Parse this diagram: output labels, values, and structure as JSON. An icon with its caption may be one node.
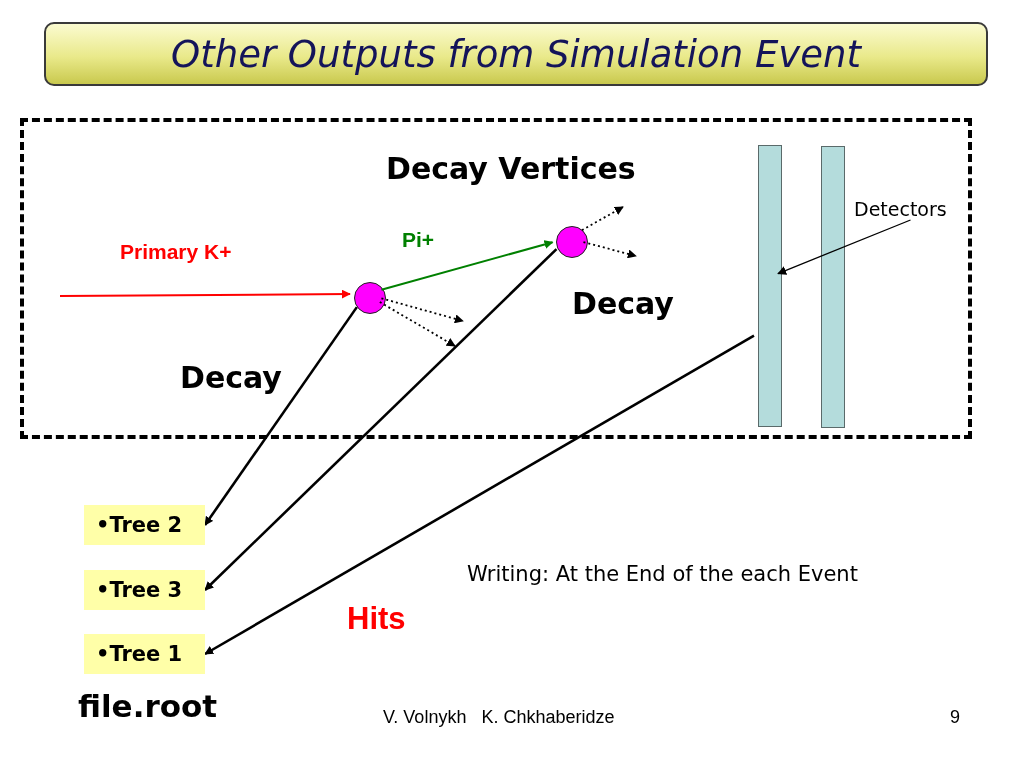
{
  "diagram": {
    "title": "Other Outputs from Simulation Event",
    "nodes": [
      {
        "text": [],
        "shape": "box"
      },
      {
        "text": [],
        "shape": "circle",
        "in": 0
      },
      {
        "text": [],
        "shape": "circle",
        "in": 0
      },
      {
        "text": [],
        "shape": "bar",
        "in": 0
      },
      {
        "text": [],
        "shape": "bar",
        "in": 0
      },
      {
        "text": [
          "Detectors"
        ],
        "in": 0
      },
      {
        "text": [
          "•Tree 2"
        ]
      },
      {
        "text": [
          "•Tree 3"
        ]
      },
      {
        "text": [
          "•Tree 1"
        ]
      }
    ],
    "edges": [
      {
        "from": null,
        "to": 1,
        "arrow": "to",
        "label": "Primary K+",
        "color": "#ff0000"
      },
      {
        "from": 1,
        "to": 2,
        "arrow": "to",
        "label": "Pi+",
        "color": "#008000"
      },
      {
        "from": 1,
        "to": null,
        "arrow": "to",
        "style": "dashed"
      },
      {
        "from": 1,
        "to": null,
        "arrow": "to",
        "style": "dashed"
      },
      {
        "from": 2,
        "to": null,
        "arrow": "to",
        "style": "dashed"
      },
      {
        "from": 2,
        "to": null,
        "arrow": "to",
        "style": "dashed"
      },
      {
        "from": 5,
        "to": 3,
        "arrow": "to"
      },
      {
        "from": 1,
        "to": 6,
        "arrow": "to",
        "label": "Decay"
      },
      {
        "from": 2,
        "to": 7,
        "arrow": "to",
        "label": "Decay"
      },
      {
        "from": 3,
        "to": 8,
        "arrow": "to",
        "label": "Hits"
      }
    ],
    "labels": [
      "Decay Vertices",
      "Writing: At the End of the each Event",
      "file.root",
      "V. Volnykh   K. Chkhaberidze",
      "9"
    ]
  }
}
